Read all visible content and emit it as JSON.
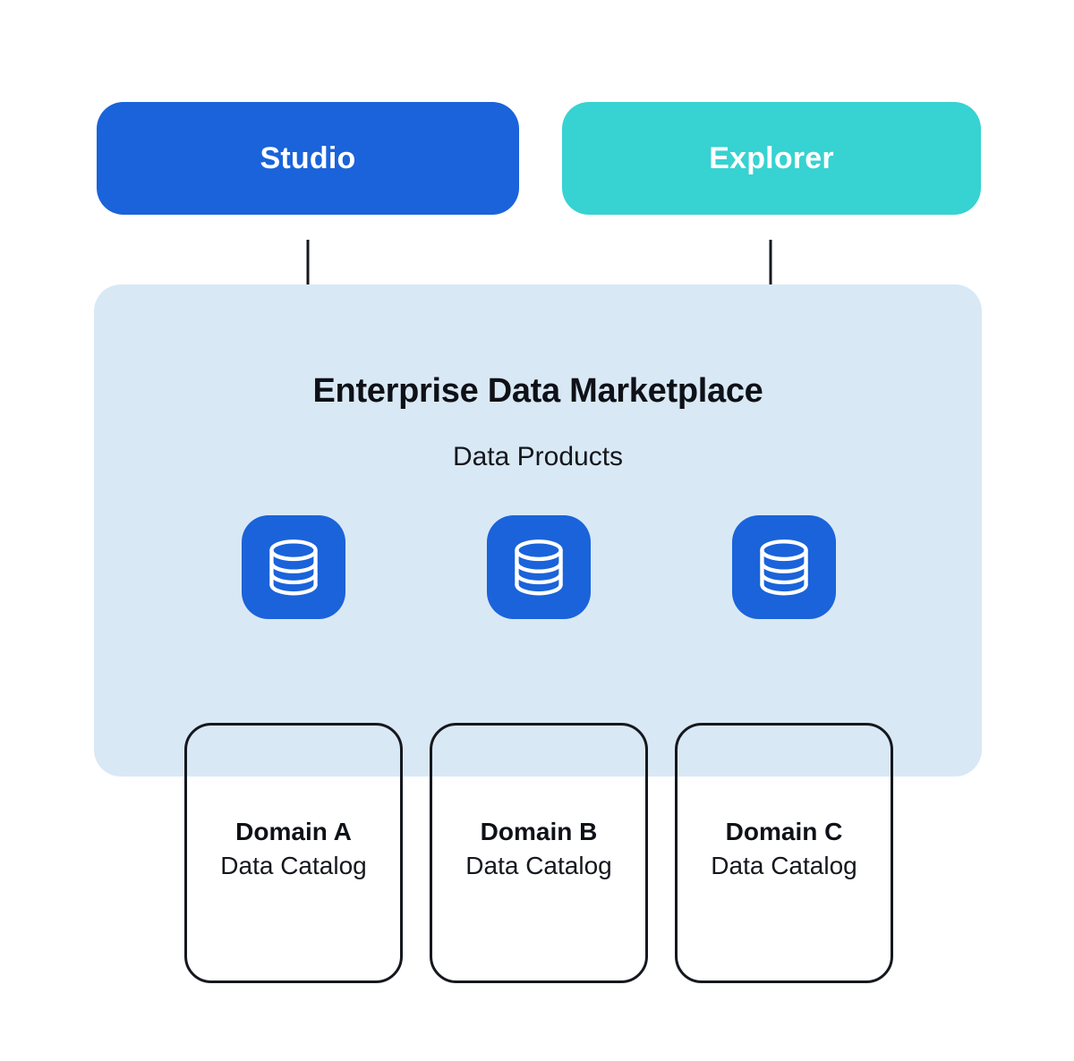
{
  "sources": [
    {
      "label": "Studio",
      "color": "#1a63da"
    },
    {
      "label": "Explorer",
      "color": "#37d2d2"
    }
  ],
  "marketplace": {
    "title": "Enterprise Data Marketplace",
    "subtitle": "Data Products",
    "background": "#d9e8f5",
    "products": [
      {
        "icon": "database-icon",
        "color": "#1a63da"
      },
      {
        "icon": "database-icon",
        "color": "#1a63da"
      },
      {
        "icon": "database-icon",
        "color": "#1a63da"
      }
    ]
  },
  "domains": [
    {
      "name": "Domain A",
      "label": "Data Catalog"
    },
    {
      "name": "Domain B",
      "label": "Data Catalog"
    },
    {
      "name": "Domain C",
      "label": "Data Catalog"
    }
  ],
  "arrow_color": "#15181e"
}
